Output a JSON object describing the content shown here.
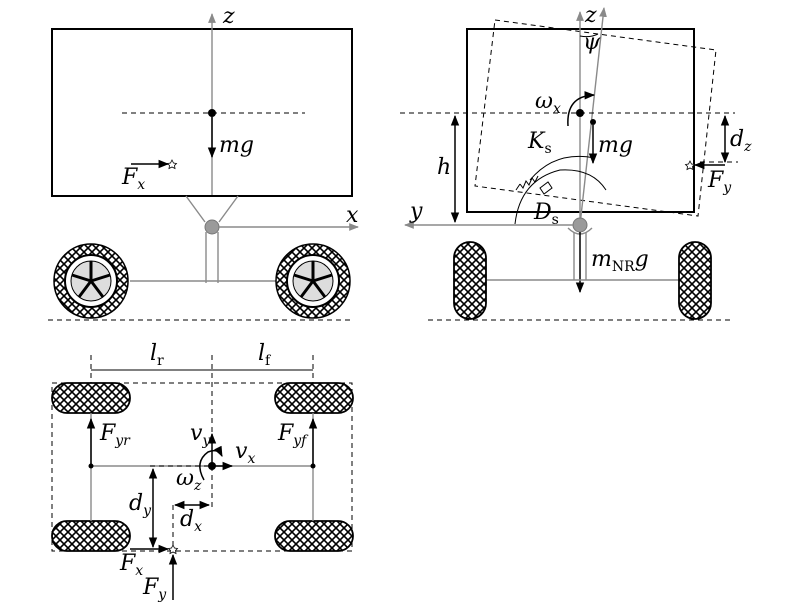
{
  "labels": {
    "z_axis": "z",
    "x_axis": "x",
    "y_axis": "y",
    "z_axis_2": "z",
    "mg_1": "mg",
    "mg_2": "mg",
    "Fx_1": "F",
    "Fx_1_sub": "x",
    "Fy_1": "F",
    "Fy_1_sub": "y",
    "psi": "ψ",
    "omega_x": "ω",
    "omega_x_sub": "x",
    "Ks": "K",
    "Ks_sub": "s",
    "Ds": "D",
    "Ds_sub": "s",
    "h": "h",
    "dz": "d",
    "dz_sub": "z",
    "mNRg_m": "m",
    "mNRg_sub": "NR",
    "mNRg_g": "g",
    "lr": "l",
    "lr_sub": "r",
    "lf": "l",
    "lf_sub": "f",
    "Fyr": "F",
    "Fyr_sub": "yr",
    "Fyf": "F",
    "Fyf_sub": "yf",
    "vy": "v",
    "vy_sub": "y",
    "vx": "v",
    "vx_sub": "x",
    "omega_z": "ω",
    "omega_z_sub": "z",
    "dy": "d",
    "dy_sub": "y",
    "dx": "d",
    "dx_sub": "x",
    "Fx_2": "F",
    "Fx_2_sub": "x",
    "Fy_2": "F",
    "Fy_2_sub": "y"
  }
}
